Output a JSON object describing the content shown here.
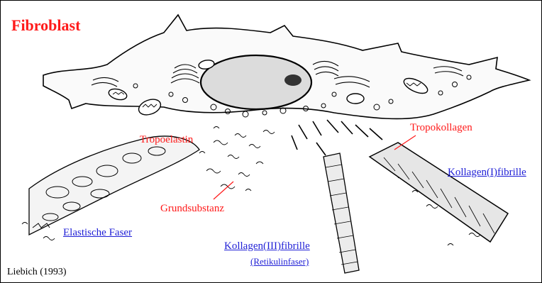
{
  "figure": {
    "title": "Fibroblast",
    "source": "Liebich (1993)"
  },
  "labels": {
    "tropoelastin": "Tropoelastin",
    "tropokollagen": "Tropokollagen",
    "grundsubstanz": "Grundsubstanz"
  },
  "links": {
    "kollagen_1": "Kollagen(I)fibrille",
    "elastische_faser": "Elastische Faser",
    "kollagen_3": "Kollagen(III)fibrille",
    "retikulinfaser": "(Retikulinfaser)"
  },
  "colors": {
    "label_red": "#ff1a1a",
    "link_blue": "#1f1fd6",
    "ink": "#000000"
  }
}
